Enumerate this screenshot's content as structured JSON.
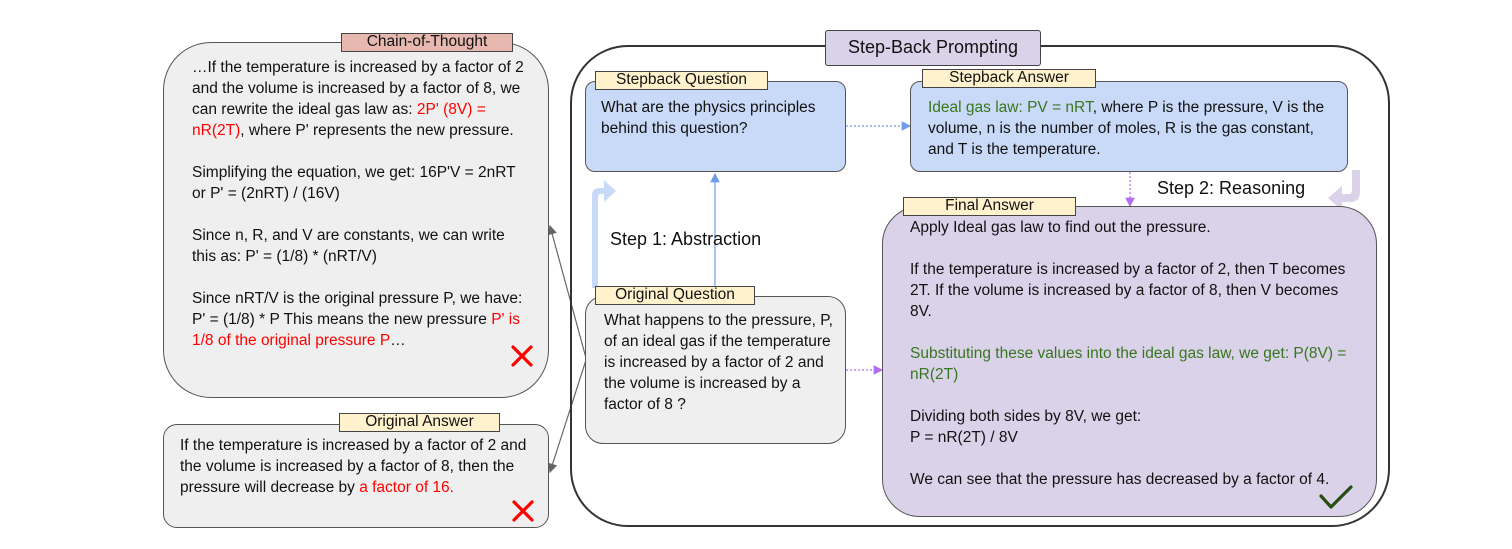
{
  "cot": {
    "tag": "Chain-of-Thought",
    "p1": {
      "a": "…If the temperature is increased by a factor of 2 and the volume is increased by a factor of 8, we can rewrite the ideal gas law as: ",
      "red": "2P' (8V) = nR(2T)",
      "b": ", where P' represents the new pressure."
    },
    "p2": "Simplifying the equation, we get: 16P'V = 2nRT or P' = (2nRT) / (16V)",
    "p3": "Since n, R, and V are constants, we can write this as: P' = (1/8) * (nRT/V)",
    "p4": {
      "a": "Since nRT/V is the original pressure P, we have: P' = (1/8) * P This means the new pressure ",
      "red": "P' is 1/8 of the original pressure P",
      "b": "…"
    }
  },
  "orig_answer": {
    "tag": "Original Answer",
    "a": "If the temperature is increased by a factor of 2 and the volume is increased by a factor of 8, then the pressure will decrease by ",
    "red": "a factor of 16."
  },
  "stepback_prompting": {
    "title": "Step-Back Prompting"
  },
  "stepback_question": {
    "tag": "Stepback Question",
    "text": "What are the physics principles behind this question?"
  },
  "stepback_answer": {
    "tag": "Stepback Answer",
    "green": "Ideal gas law: PV = nRT",
    "rest": ", where P is the pressure, V is the volume, n is the number of moles, R is the gas constant, and T is the temperature."
  },
  "original_question": {
    "tag": "Original Question",
    "text": "What happens to the pressure, P, of an ideal gas if the temperature is increased by a factor of 2 and the volume is increased by a factor of 8 ?"
  },
  "final_answer": {
    "tag": "Final Answer",
    "p1": "Apply Ideal gas law to find out the pressure.",
    "p2": "If the temperature is increased by a factor of 2, then T becomes 2T. If the volume is increased by a factor of 8, then V becomes 8V.",
    "p3": "Substituting these values into the ideal gas law, we get: P(8V) = nR(2T)",
    "p4": "Dividing both sides by 8V, we get:\nP = nR(2T) / 8V",
    "p5": "We can see that the pressure has decreased by a factor of 4."
  },
  "step1": "Step 1: Abstraction",
  "step2": "Step 2: Reasoning",
  "colors": {
    "gray_box": "#efefef",
    "blue_box": "#c9daf8",
    "purple_box": "#d9d2e9",
    "tag_yellow": "#fff2cc",
    "tag_pink": "#e6b8af",
    "title_purple": "#d9d2e9",
    "wrong": "#ff0000",
    "right": "#274e13",
    "blue_arrow": "#6d9eeb",
    "purple_arrow": "#b46cf0"
  }
}
